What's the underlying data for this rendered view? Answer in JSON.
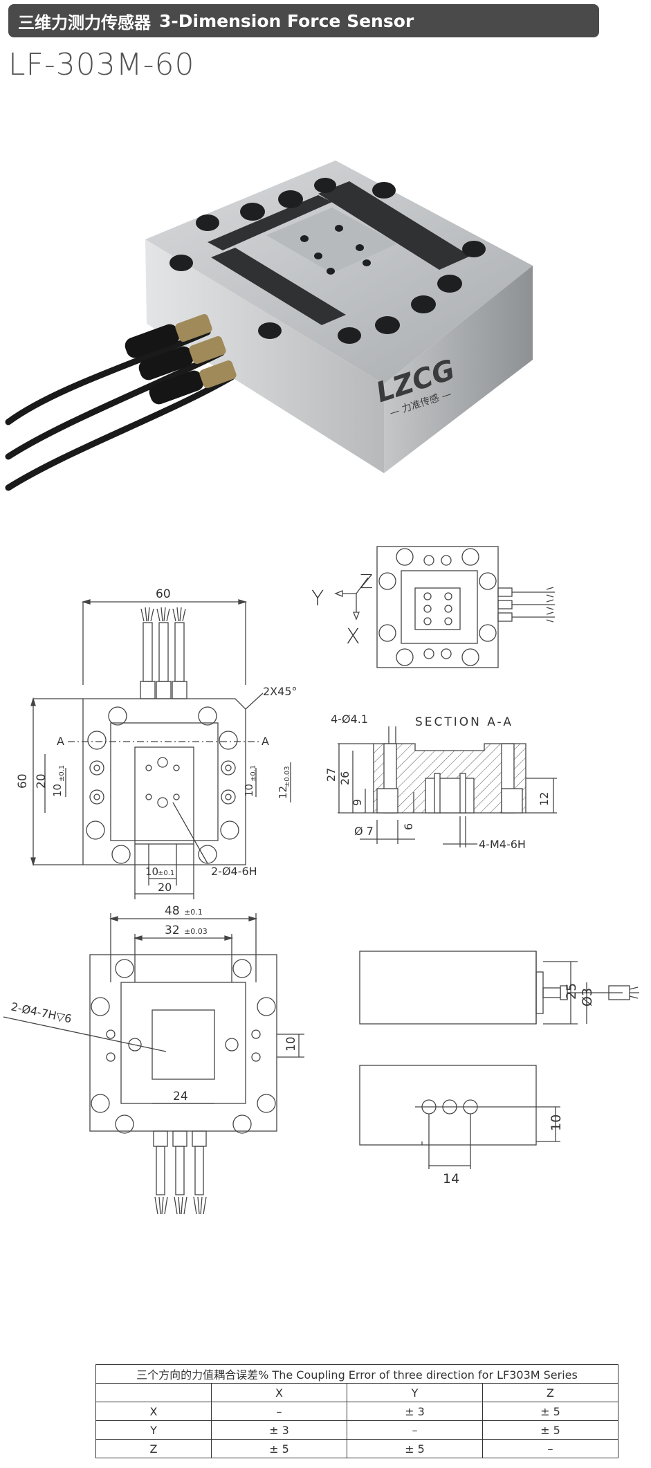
{
  "header": {
    "title_cn": "三维力测力传感器",
    "title_en": "3-Dimension Force Sensor"
  },
  "model": "LF-303M-60",
  "photo": {
    "logo_text": "LZCG",
    "logo_sub": "— 力准传感 —"
  },
  "drawing_top": {
    "width_dim": "60",
    "height_dim": "60",
    "dim_20": "20",
    "dim_10_left": "10",
    "dim_10_left_tol": "±0.1",
    "dim_10_right": "10",
    "dim_10_right_tol": "±0.1",
    "dim_12": "12",
    "dim_12_tol": "±0.03",
    "dim_10_bottom": "10",
    "dim_10_bottom_tol": "±0.1",
    "dim_20_bottom": "20",
    "chamfer": "2X45°",
    "holes": "2-Ø4-6H",
    "section_left": "A",
    "section_right": "A"
  },
  "drawing_axes": {
    "y": "Y",
    "z": "Z",
    "x": "X"
  },
  "drawing_section": {
    "hole_label": "4-Ø4.1",
    "title": "SECTION  A-A",
    "dim_27": "27",
    "dim_26": "26",
    "dim_9": "9",
    "dim_6": "6",
    "dim_12": "12",
    "dim_7": "Ø 7",
    "thread": "4-M4-6H"
  },
  "drawing_bottom": {
    "dim_48": "48",
    "dim_48_tol": "±0.1",
    "dim_32": "32",
    "dim_32_tol": "±0.03",
    "holes": "2-Ø4-7H▽6",
    "dim_10": "10",
    "dim_24": "24"
  },
  "drawing_side": {
    "dim_25": "25",
    "dim_phi3": "Ø3",
    "dim_10": "10",
    "dim_14": "14"
  },
  "table": {
    "caption": "三个方向的力值耦合误差% The Coupling Error of three direction for LF303M Series",
    "headers": [
      "",
      "X",
      "Y",
      "Z"
    ],
    "rows": [
      [
        "X",
        "–",
        "± 3",
        "± 5"
      ],
      [
        "Y",
        "± 3",
        "–",
        "± 5"
      ],
      [
        "Z",
        "± 5",
        "± 5",
        "–"
      ]
    ]
  },
  "colors": {
    "header_bg": "#4a4a4a",
    "metal": "#c9cbcd",
    "line": "#444444"
  }
}
